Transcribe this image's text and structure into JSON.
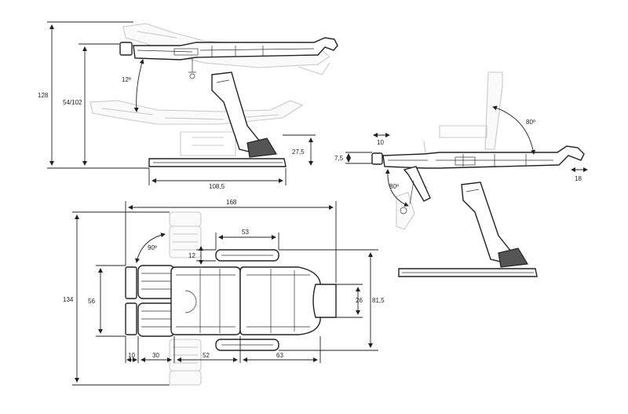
{
  "colors": {
    "line": "#222222",
    "ghost": "#c8c8c8",
    "background": "#ffffff"
  },
  "side_view": {
    "height_total": "128",
    "height_range": "54/102",
    "tilt_angle": "12º",
    "base_height": "27,5",
    "base_length": "108,5"
  },
  "right_view": {
    "back_angle": "80º",
    "leg_angle": "80º",
    "leg_extension": "10",
    "leg_rest_height": "7,5",
    "headrest_extension": "18"
  },
  "top_view": {
    "total_length": "168",
    "total_width": "134",
    "armrest_length": "53",
    "armrest_offset": "12",
    "arm_rotation": "90º",
    "footrest_width": "56",
    "headrest_width": "26",
    "body_width": "81,5",
    "seg_foot": "10",
    "seg_leg": "30",
    "seg_seat": "52",
    "seg_back": "63"
  }
}
